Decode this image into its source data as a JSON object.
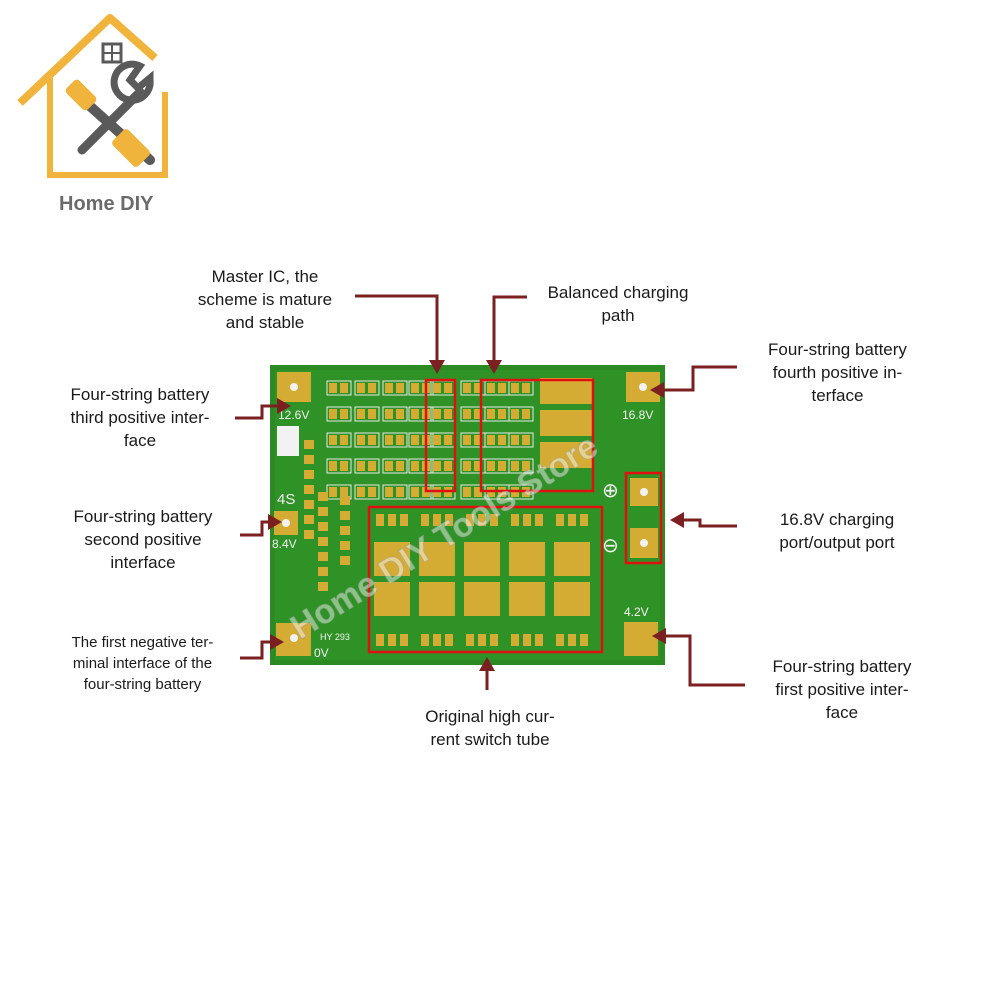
{
  "brand": {
    "name": "Home DIY",
    "logo": "house-wrench-screwdriver-logo",
    "watermark": "Home DIY Tools Store",
    "colors": {
      "house": "#f0b43c",
      "tools": "#5a5a5a"
    }
  },
  "board": {
    "label_4s": "4S",
    "part_number": "HY 293",
    "pad_labels": {
      "v126": "12.6V",
      "v84": "8.4V",
      "v0": "0V",
      "v168": "16.8V",
      "v42": "4.2V"
    },
    "symbols": {
      "plus": "⊕",
      "minus": "⊖"
    },
    "colors": {
      "pcb": "#2c8a22",
      "pad": "#d4ac33",
      "highlight": "#e01010",
      "arrow": "#7a2020"
    }
  },
  "callouts": {
    "master_ic": [
      "Master IC, the",
      "scheme is mature",
      "and stable"
    ],
    "balanced_charging": [
      "Balanced charging",
      "path"
    ],
    "fourth_positive": [
      "Four-string battery",
      "fourth positive in-",
      "terface"
    ],
    "third_positive": [
      "Four-string battery",
      "third positive inter-",
      "face"
    ],
    "second_positive": [
      "Four-string battery",
      "second positive",
      "interface"
    ],
    "charging_port": [
      "16.8V charging",
      "port/output port"
    ],
    "first_negative": [
      "The first negative ter-",
      "minal interface of the",
      "four-string battery"
    ],
    "first_positive": [
      "Four-string battery",
      "first positive inter-",
      "face"
    ],
    "switch_tube": [
      "Original high cur-",
      "rent switch tube"
    ]
  }
}
